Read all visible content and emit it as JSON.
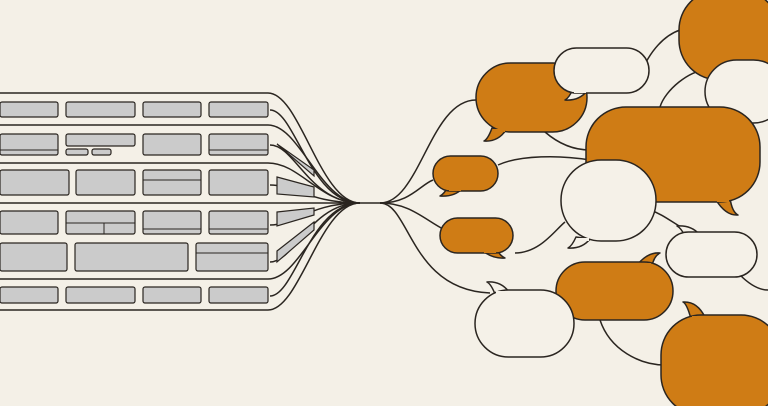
{
  "colors": {
    "background": "#f4f0e7",
    "cell_fill": "#cbcbcb",
    "outline": "#2a2520",
    "bubble_orange": "#cf7c15",
    "bubble_light": "#f5f1e8"
  },
  "illustration": {
    "left": "grid-of-table-cells",
    "center": "converging-lines",
    "right": "speech-bubbles"
  }
}
